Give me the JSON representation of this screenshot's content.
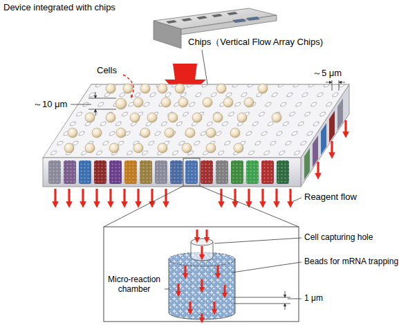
{
  "diagram": {
    "labels": [
      "Device integrated with chips",
      "Chips（Vertical Flow Array Chips)",
      "Cells",
      "～10 μm",
      "～5 μm",
      "Reagent flow",
      "Cell capturing hole",
      "Beads for mRNA trapping",
      "Micro-reaction chamber",
      "1 μm"
    ]
  }
}
